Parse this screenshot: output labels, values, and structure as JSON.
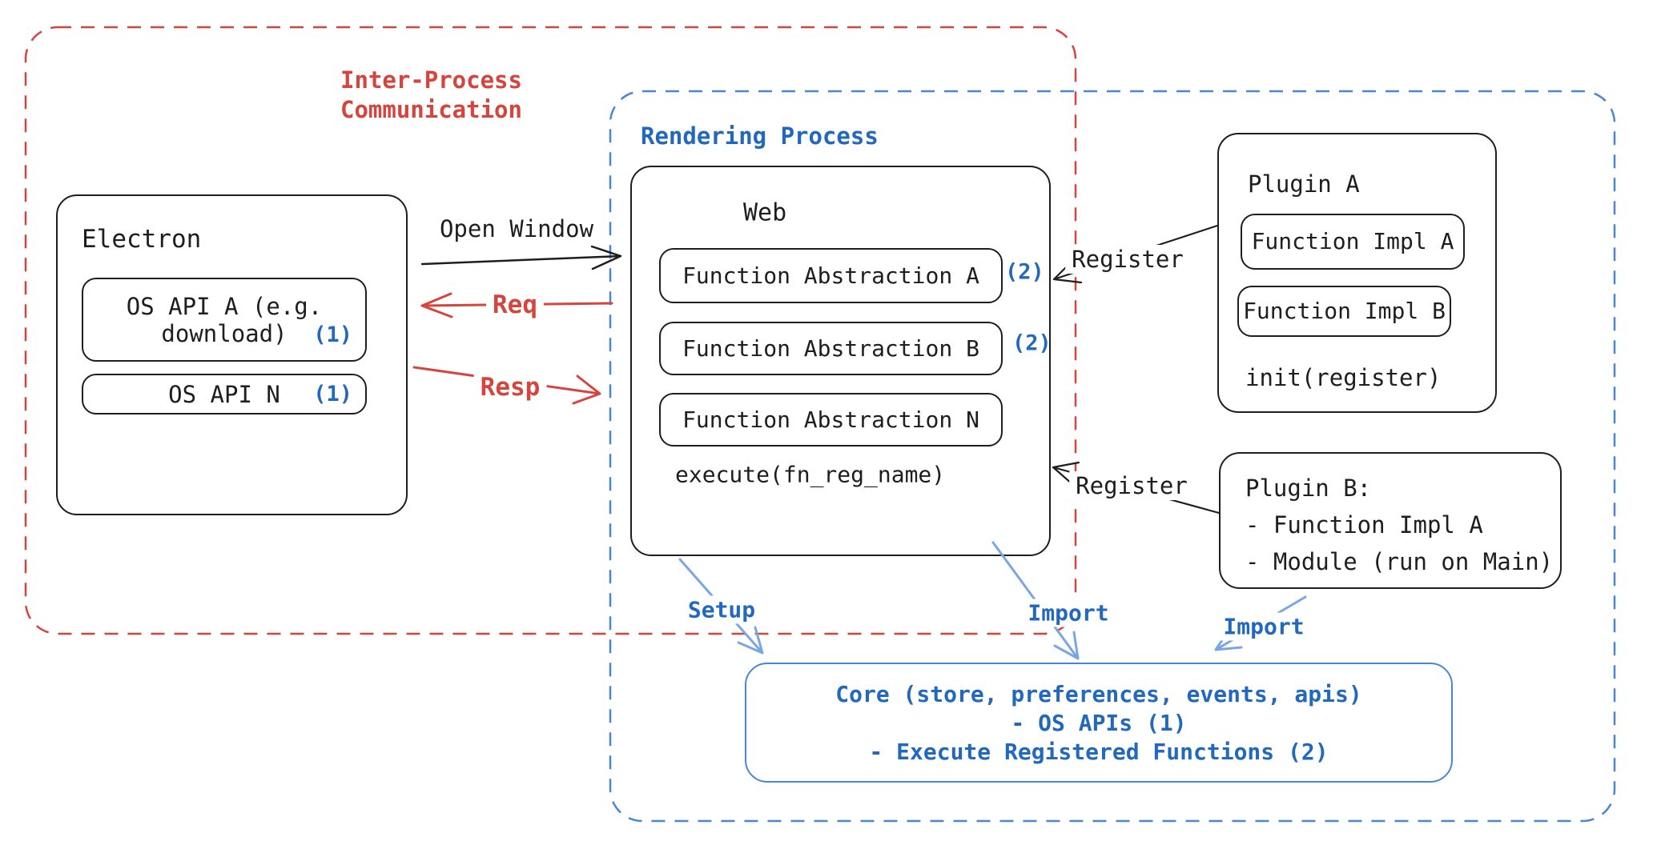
{
  "colors": {
    "ink": "#1e1e1e",
    "red": "#d6453d",
    "blue_text": "#2268bd",
    "blue_border": "#4a86d8",
    "blue_arrow": "#7aa6e4"
  },
  "groups": {
    "ipc": {
      "line1": "Inter-Process",
      "line2": "Communication"
    },
    "rendering": {
      "label": "Rendering Process"
    }
  },
  "boxes": {
    "electron": {
      "title": "Electron",
      "api_a": {
        "line1": "OS API A (e.g.",
        "line2": "download)",
        "badge": "(1)"
      },
      "api_n": {
        "label": "OS API N",
        "badge": "(1)"
      }
    },
    "web": {
      "title": "Web",
      "fa_a": {
        "label": "Function Abstraction A",
        "badge": "(2)"
      },
      "fa_b": {
        "label": "Function Abstraction B",
        "badge": "(2)"
      },
      "fa_n": {
        "label": "Function Abstraction N"
      },
      "footer": "execute(fn_reg_name)"
    },
    "plugin_a": {
      "title": "Plugin A",
      "impl_a": "Function Impl A",
      "impl_b": "Function Impl B",
      "footer": "init(register)"
    },
    "plugin_b": {
      "title": "Plugin B:",
      "item1": "- Function Impl A",
      "item2": "- Module (run on Main)"
    },
    "core": {
      "line1": "Core (store, preferences, events, apis)",
      "line2": "- OS APIs (1)",
      "line3": "- Execute Registered Functions (2)"
    }
  },
  "arrows": {
    "open_window": "Open Window",
    "req": "Req",
    "resp": "Resp",
    "register_top": "Register",
    "register_bottom": "Register",
    "setup": "Setup",
    "import_web": "Import",
    "import_plugin": "Import"
  }
}
